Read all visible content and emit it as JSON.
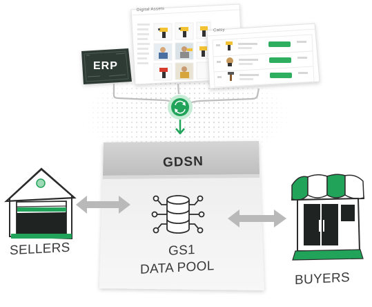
{
  "diagram": {
    "digital_assets": {
      "window_title": "Digital Assets"
    },
    "catsy": {
      "window_title": "Catsy"
    },
    "erp": {
      "label": "ERP"
    },
    "gdsn": {
      "title": "GDSN",
      "pool_line1": "GS1",
      "pool_line2": "DATA POOL"
    },
    "sellers": {
      "label": "SELLERS"
    },
    "buyers": {
      "label": "BUYERS"
    }
  },
  "colors": {
    "accent_green": "#22a35a",
    "erp_dark": "#2f3b35",
    "panel_gray": "#e4e4e4",
    "header_gray": "#c9c9c9",
    "arrow_gray": "#b9b9b9",
    "store_dark": "#1f2422"
  }
}
